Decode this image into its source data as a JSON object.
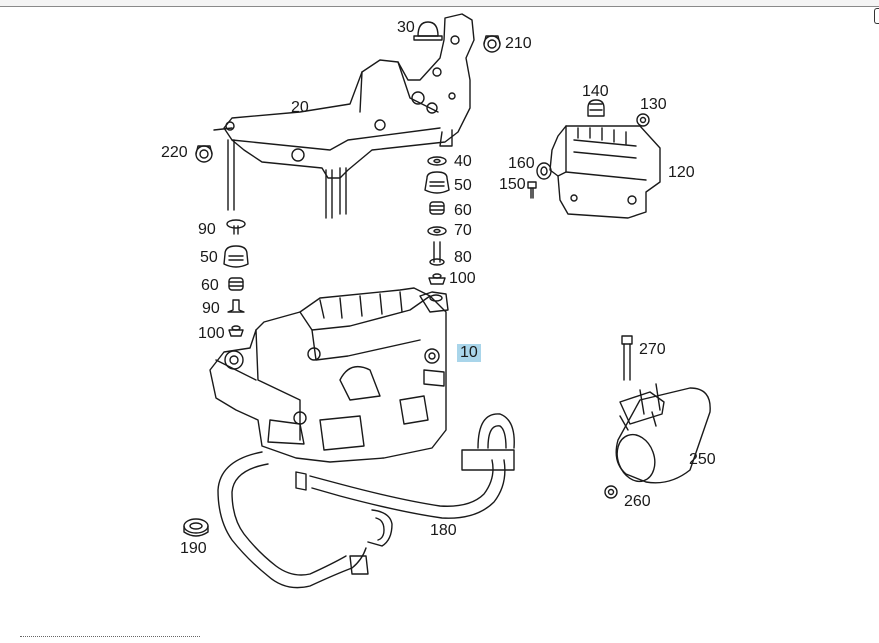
{
  "callouts": {
    "c10": "10",
    "c20": "20",
    "c30": "30",
    "c40": "40",
    "c50a": "50",
    "c50b": "50",
    "c60a": "60",
    "c60b": "60",
    "c70": "70",
    "c80": "80",
    "c90a": "90",
    "c90b": "90",
    "c100a": "100",
    "c100b": "100",
    "c120": "120",
    "c130": "130",
    "c140": "140",
    "c150": "150",
    "c160": "160",
    "c180": "180",
    "c190": "190",
    "c210": "210",
    "c220": "220",
    "c250": "250",
    "c260": "260",
    "c270": "270"
  },
  "highlight_color": "#a9d5ea"
}
